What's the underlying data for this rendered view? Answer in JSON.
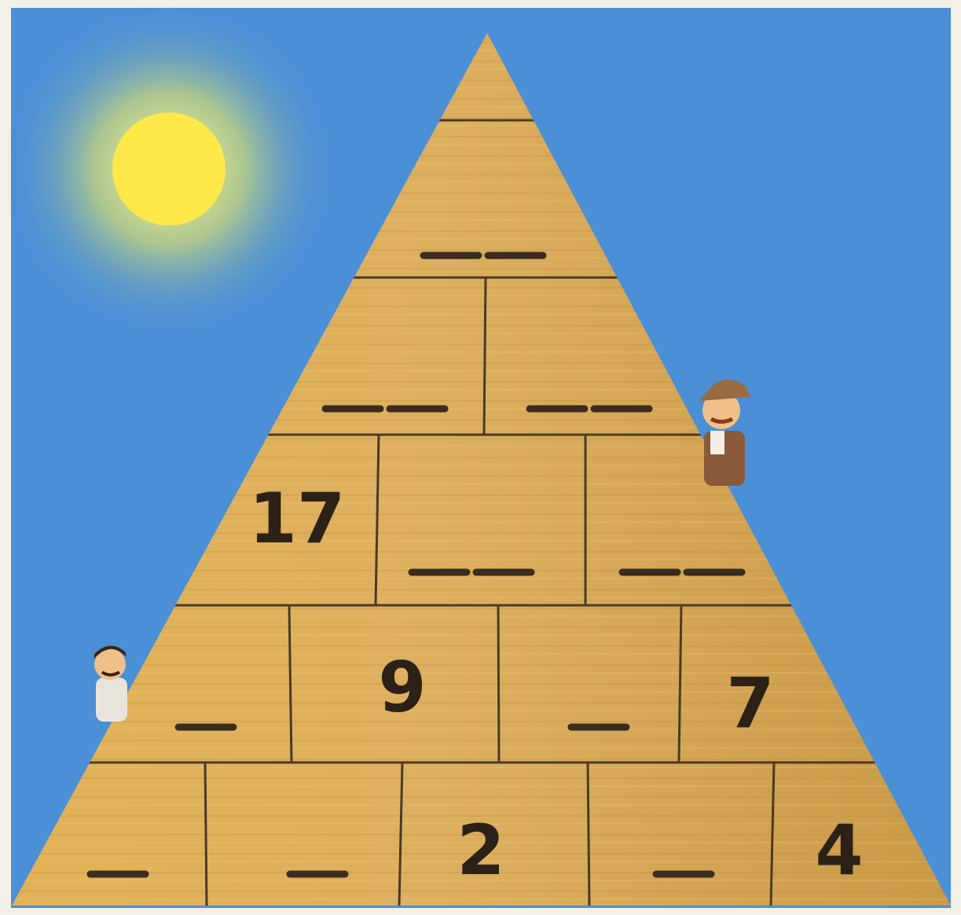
{
  "puzzle": {
    "rows": [
      {
        "row": 1,
        "cells": [
          "__"
        ]
      },
      {
        "row": 2,
        "cells": [
          "__",
          "__"
        ]
      },
      {
        "row": 3,
        "cells": [
          "17",
          "__",
          "__"
        ]
      },
      {
        "row": 4,
        "cells": [
          "_",
          "9",
          "_",
          "7"
        ]
      },
      {
        "row": 5,
        "cells": [
          "_",
          "_",
          "2",
          "_",
          "4"
        ]
      }
    ]
  },
  "colors": {
    "sky": "#4b8fd6",
    "sun": "#ffe84a",
    "stone": "#d9a84e",
    "stone_light": "#e8bd60",
    "stone_shadow": "#b98935",
    "ink": "#2b2116"
  },
  "decorations": [
    "sun",
    "explorer-left",
    "explorer-right"
  ]
}
